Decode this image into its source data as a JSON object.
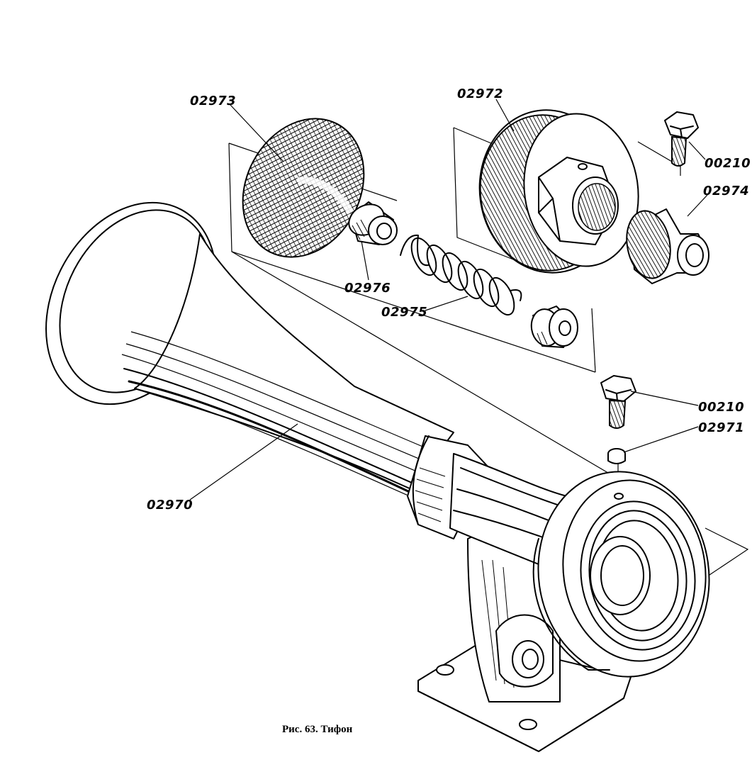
{
  "parts": {
    "p02973": "02973",
    "p02972": "02972",
    "p00210_top": "00210",
    "p02974": "02974",
    "p02976": "02976",
    "p02975": "02975",
    "p00210_mid": "00210",
    "p02971": "02971",
    "p02970": "02970"
  },
  "caption": "Рис. 63. Тифон",
  "colors": {
    "ink": "#000000",
    "paper": "#ffffff"
  }
}
